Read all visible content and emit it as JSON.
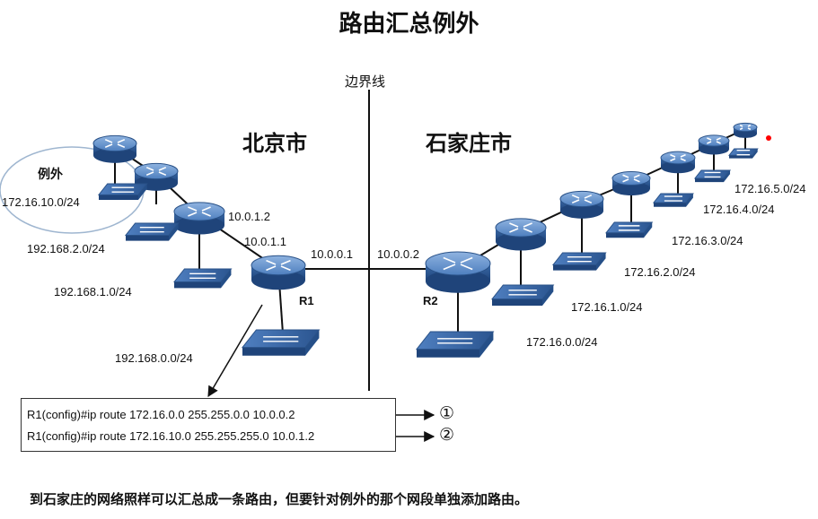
{
  "title": "路由汇总例外",
  "boundary_label": "边界线",
  "regions": {
    "left": "北京市",
    "right": "石家庄市"
  },
  "exception": {
    "label": "例外",
    "subnet": "172.16.10.0/24"
  },
  "routers": {
    "r1": "R1",
    "r2": "R2"
  },
  "ips": {
    "r1_left_upper": "10.0.1.2",
    "r1_left_lower": "10.0.1.1",
    "r1_right": "10.0.0.1",
    "r2_left": "10.0.0.2"
  },
  "beijing_networks": [
    "192.168.2.0/24",
    "192.168.1.0/24",
    "192.168.0.0/24"
  ],
  "shijiazhuang_networks": [
    "172.16.0.0/24",
    "172.16.1.0/24",
    "172.16.2.0/24",
    "172.16.3.0/24",
    "172.16.4.0/24",
    "172.16.5.0/24"
  ],
  "commands": [
    {
      "text": "R1(config)#ip route 172.16.0.0 255.255.0.0 10.0.0.2",
      "marker": "①"
    },
    {
      "text": "R1(config)#ip route 172.16.10.0 255.255.255.0 10.0.1.2",
      "marker": "②"
    }
  ],
  "caption": "到石家庄的网络照样可以汇总成一条路由，但要针对例外的那个网段单独添加路由。",
  "colors": {
    "device": "#2f5d9a",
    "device_light": "#7ea6d8",
    "ellipse": "#9fb6d0",
    "dot": "#ff0000"
  }
}
